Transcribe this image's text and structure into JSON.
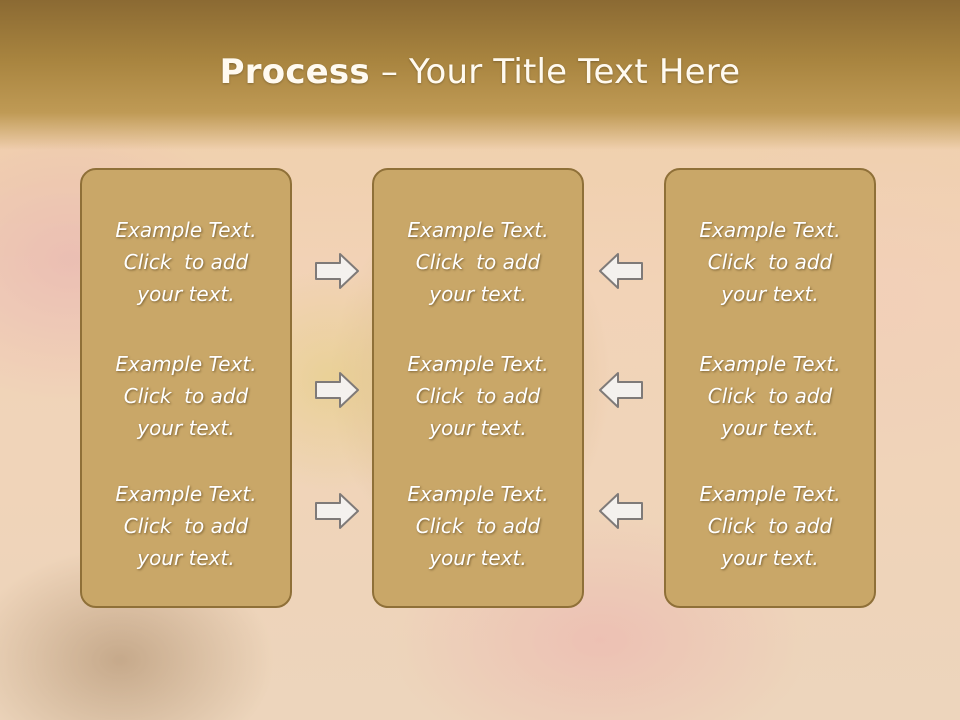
{
  "slide": {
    "title_bold": "Process",
    "title_dash": " – ",
    "title_rest": "Your Title Text Here"
  },
  "columns": [
    {
      "items": [
        {
          "line1": "Example Text.",
          "line2": "Click  to add",
          "line3": "your text."
        },
        {
          "line1": "Example Text.",
          "line2": "Click  to add",
          "line3": "your text."
        },
        {
          "line1": "Example Text.",
          "line2": "Click  to add",
          "line3": "your text."
        }
      ]
    },
    {
      "items": [
        {
          "line1": "Example Text.",
          "line2": "Click  to add",
          "line3": "your text."
        },
        {
          "line1": "Example Text.",
          "line2": "Click  to add",
          "line3": "your text."
        },
        {
          "line1": "Example Text.",
          "line2": "Click  to add",
          "line3": "your text."
        }
      ]
    },
    {
      "items": [
        {
          "line1": "Example Text.",
          "line2": "Click  to add",
          "line3": "your text."
        },
        {
          "line1": "Example Text.",
          "line2": "Click  to add",
          "line3": "your text."
        },
        {
          "line1": "Example Text.",
          "line2": "Click  to add",
          "line3": "your text."
        }
      ]
    }
  ],
  "arrows": {
    "left_group": "right-arrow-icon",
    "right_group": "left-arrow-icon"
  },
  "colors": {
    "title_band": "#a8843f",
    "box_fill": "#c9a768",
    "box_border": "#8f7038",
    "text": "#ffffff"
  }
}
